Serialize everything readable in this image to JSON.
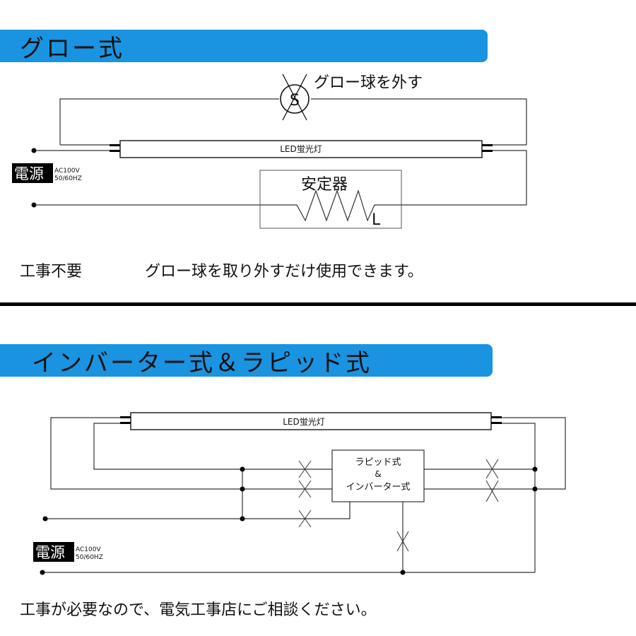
{
  "glow_section": {
    "title": "グロー式",
    "remove_glow_label": "グロー球を外す",
    "starter_symbol": "S",
    "tube_label": "LED蛍光灯",
    "power_main": "電源",
    "power_spec_line1": "AC100V",
    "power_spec_line2": "50/60HZ",
    "ballast_label": "安定器",
    "inductor_symbol": "L",
    "note_left": "工事不要",
    "note_right": "グロー球を取り外すだけ使用できます。"
  },
  "inverter_section": {
    "title": "インバーター式＆ラピッド式",
    "tube_label": "LED蛍光灯",
    "box_line1": "ラピッド式",
    "box_line2": "&",
    "box_line3": "インバーター式",
    "power_main": "電源",
    "power_spec_line1": "AC100V",
    "power_spec_line2": "50/60HZ",
    "note": "工事が必要なので、電気工事店にご相談ください。"
  },
  "colors": {
    "banner": "#1a93e0",
    "line": "#333333"
  }
}
